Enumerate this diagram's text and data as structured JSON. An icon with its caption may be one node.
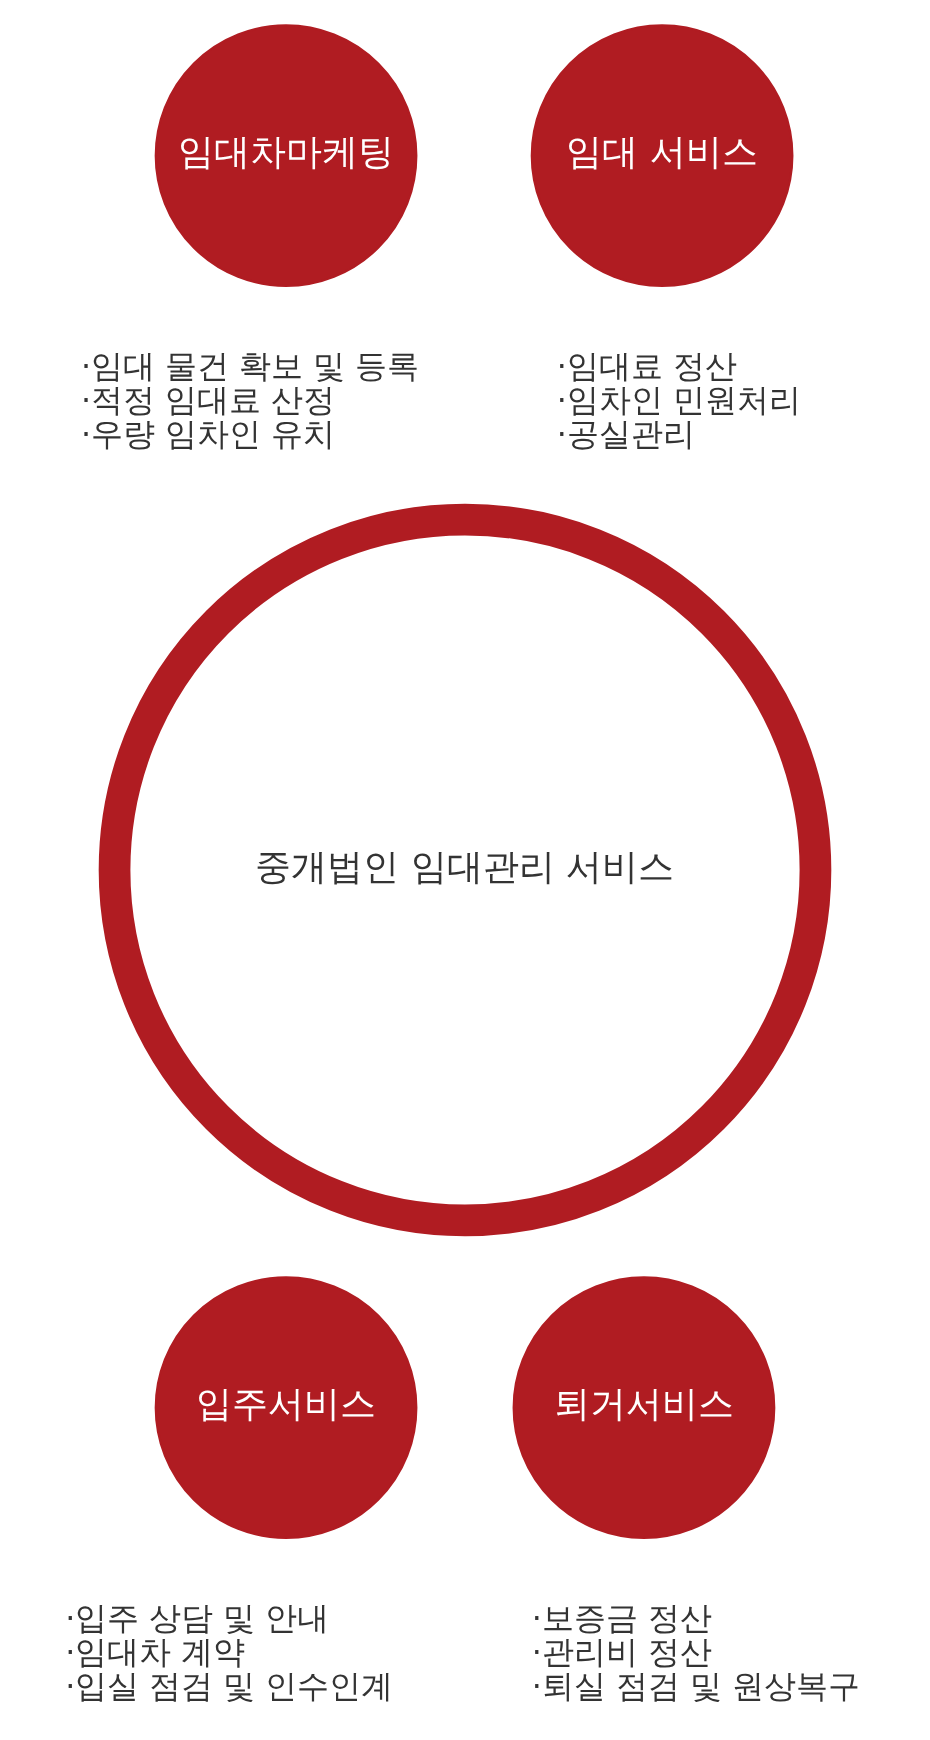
{
  "diagram": {
    "nodes": [
      {
        "text": [
          "임대차마케팅"
        ],
        "beside": [
          "·임대 물건 확보 및 등록",
          "·적정 임대료 산정",
          "·우량 임차인 유치"
        ]
      },
      {
        "text": [
          "임대 서비스"
        ],
        "beside": [
          "·임대료 정산",
          "·임차인 민원처리",
          "·공실관리"
        ]
      },
      {
        "text": [
          "중개법인 임대관리 서비스"
        ]
      },
      {
        "text": [
          "입주서비스"
        ],
        "beside": [
          "·입주 상담 및 안내",
          "·임대차 계약",
          "·입실 점검 및 인수인계"
        ]
      },
      {
        "text": [
          "퇴거서비스"
        ],
        "beside": [
          "·보증금 정산",
          "·관리비 정산",
          "·퇴실 점검 및 원상복구"
        ]
      }
    ]
  }
}
